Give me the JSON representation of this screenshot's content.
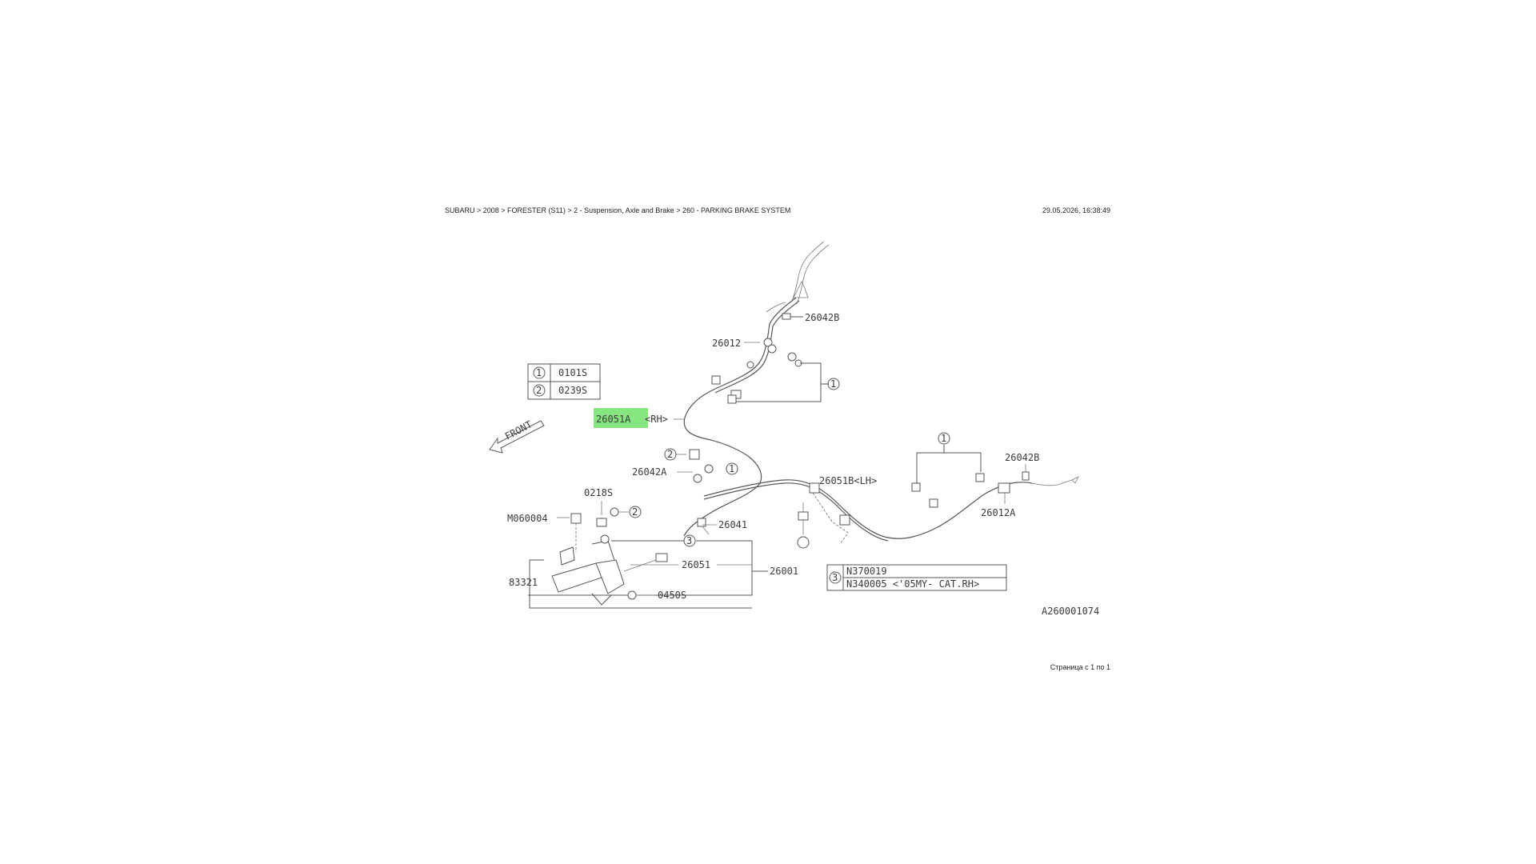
{
  "header": {
    "breadcrumb": "SUBARU > 2008 > FORESTER (S11) > 2 - Suspension, Axle and Brake > 260 - PARKING BRAKE SYSTEM",
    "timestamp": "29.05.2026, 16:38:49"
  },
  "footer": {
    "page_info": "Страница с 1 по 1"
  },
  "colors": {
    "highlight": "#86e57f",
    "line": "#555555"
  },
  "diagram": {
    "front_label": "FRONT",
    "legend": {
      "rows": [
        {
          "num": "1",
          "code": "0101S"
        },
        {
          "num": "2",
          "code": "0239S"
        }
      ]
    },
    "labels": {
      "p26042B_top": "26042B",
      "p26012": "26012",
      "p26051A": "26051A",
      "p26051A_side": "<RH>",
      "p26042A": "26042A",
      "p0218S": "0218S",
      "pM060004": "M060004",
      "p26041": "26041",
      "p26051B": "26051B<LH>",
      "p26042B_right": "26042B",
      "p26012A": "26012A",
      "p26051": "26051",
      "p26001": "26001",
      "p83321": "83321",
      "p0450S": "0450S",
      "diagram_code": "A260001074"
    },
    "callouts": {
      "c1": "1",
      "c2": "2",
      "c3": "3"
    },
    "note_table": {
      "num": "3",
      "rows": [
        "N370019",
        "N340005 <'05MY- CAT.RH>"
      ]
    }
  }
}
